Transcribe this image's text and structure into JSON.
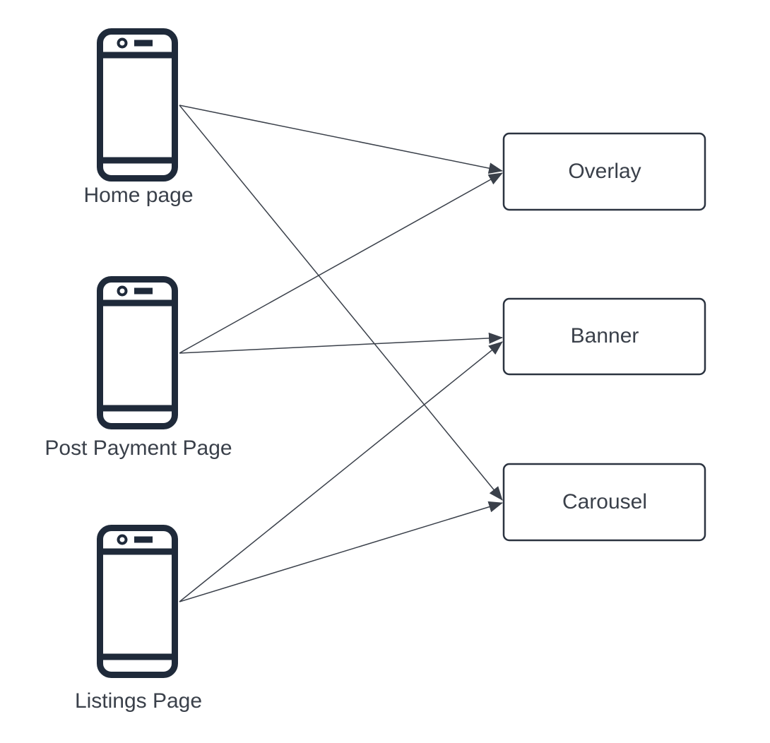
{
  "colors": {
    "icon": "#1f2a3a",
    "text": "#3a404a",
    "line": "#3a404a",
    "box_border": "#2b3340",
    "background": "#ffffff"
  },
  "pages": [
    {
      "id": "home",
      "label": "Home page",
      "icon": "mobile-phone-icon"
    },
    {
      "id": "post-payment",
      "label": "Post Payment Page",
      "icon": "mobile-phone-icon"
    },
    {
      "id": "listings",
      "label": "Listings Page",
      "icon": "mobile-phone-icon"
    }
  ],
  "components": [
    {
      "id": "overlay",
      "label": "Overlay"
    },
    {
      "id": "banner",
      "label": "Banner"
    },
    {
      "id": "carousel",
      "label": "Carousel"
    }
  ],
  "connections": [
    {
      "from": "home",
      "to": "overlay"
    },
    {
      "from": "home",
      "to": "carousel"
    },
    {
      "from": "post-payment",
      "to": "overlay"
    },
    {
      "from": "post-payment",
      "to": "banner"
    },
    {
      "from": "listings",
      "to": "banner"
    },
    {
      "from": "listings",
      "to": "carousel"
    }
  ]
}
